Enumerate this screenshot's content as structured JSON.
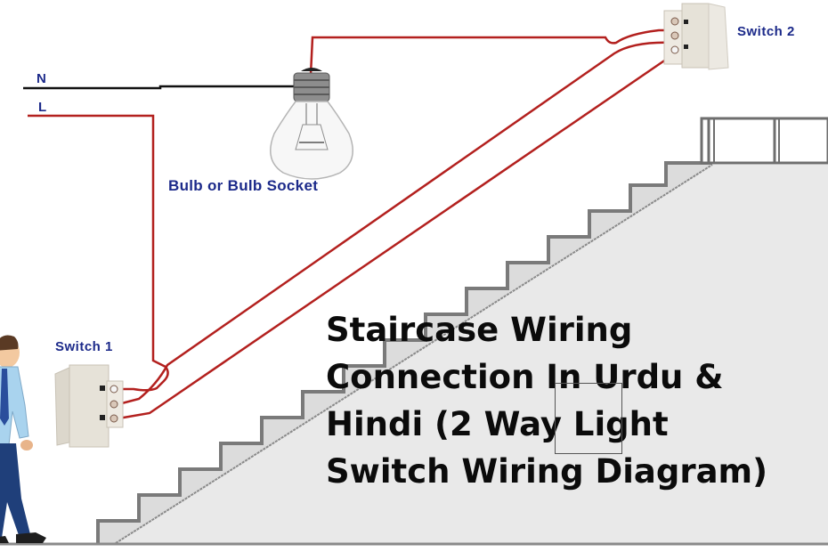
{
  "diagram": {
    "title_lines": [
      "Staircase Wiring",
      "Connection In Urdu &",
      "Hindi (2 Way Light",
      "Switch Wiring Diagram)"
    ],
    "labels": {
      "neutral": "N",
      "live": "L",
      "bulb": "Bulb or Bulb Socket",
      "switch1": "Switch 1",
      "switch2": "Switch 2"
    },
    "colors": {
      "wire_live": "#b3201e",
      "wire_neutral": "#111111",
      "label_text": "#1c2a8a",
      "title_text": "#0b0b0b",
      "wall_fill": "#e9e9e9",
      "stair_fill": "#dcdcdc",
      "stair_edge": "#7a7a7a",
      "switch_body": "#e6e2d8",
      "person_shirt": "#a9d3ee",
      "person_pants": "#1f3f7a",
      "person_tie": "#2a4e9c"
    },
    "icons": [
      "light-bulb-icon",
      "switch-icon",
      "person-walking-icon",
      "staircase-icon"
    ]
  }
}
